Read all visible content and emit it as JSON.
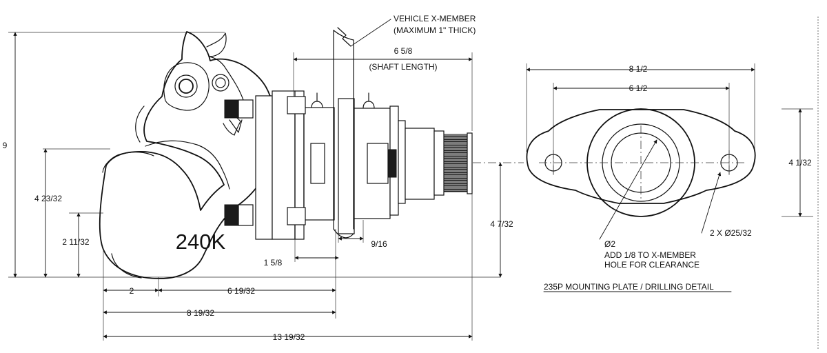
{
  "labels": {
    "vehicle_member": "VEHICLE X-MEMBER",
    "maximum_thickness": "(MAXIMUM 1\" THICK)",
    "model": "240K",
    "shaft_length_value": "6 5/8",
    "shaft_length_label": "(SHAFT LENGTH)",
    "drill_diameter": "Ø2",
    "clearance_line_1": "ADD 1/8 TO X-MEMBER",
    "clearance_line_2": "HOLE FOR CLEARANCE",
    "hole_callout": "2 X Ø25/32",
    "caption": "235P MOUNTING PLATE / DRILLING DETAIL"
  },
  "dimensions": {
    "overall_height": "9",
    "center_height": "4 23/32",
    "jaw_height": "2 11/32",
    "shaft_height": "4 7/32",
    "plate_thickness": "9/16",
    "flange_offset": "1 5/8",
    "jaw_length": "2",
    "hook_to_member": "6 19/32",
    "overall_to_member": "8 19/32",
    "overall_length": "13 19/32",
    "plate_outer_width": "8 1/2",
    "plate_hole_spacing": "6 1/2",
    "plate_height": "4 1/32"
  },
  "icons": {
    "hook": "pintle-hook-icon",
    "mounting_plate": "mounting-plate-icon",
    "nut": "hex-nut-icon",
    "bolt": "threaded-bolt-icon"
  },
  "colors": {
    "line": "#111111",
    "thread_fill": "#1b1b1b",
    "paper": "#ffffff"
  }
}
